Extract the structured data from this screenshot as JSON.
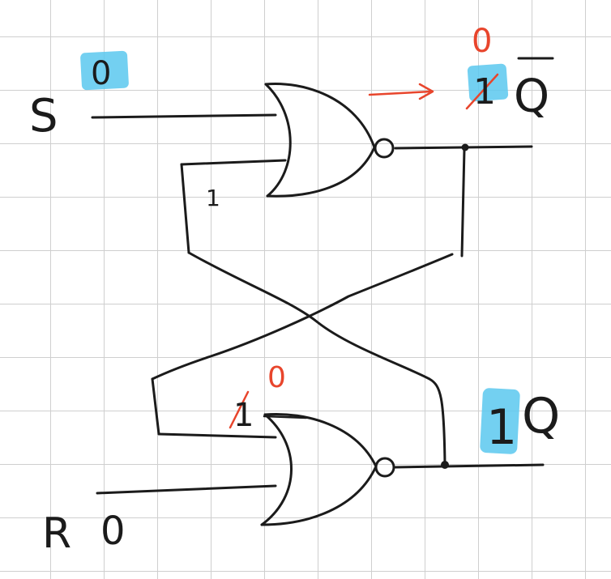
{
  "labels": {
    "s": "S",
    "r": "R",
    "q": "Q",
    "q_bar": "Q",
    "s_value": "0",
    "r_value": "0",
    "feedback_top_value": "1",
    "q_value": "1",
    "q_bar_old": "1",
    "q_bar_new": "0",
    "lower_in_old": "1",
    "lower_in_new": "0"
  },
  "colors": {
    "ink": "#1b1b1b",
    "correction": "#e8452c",
    "highlight": "#5bc8ef",
    "grid": "#cfcfcf"
  },
  "components": [
    "nor-gate",
    "nor-gate"
  ]
}
